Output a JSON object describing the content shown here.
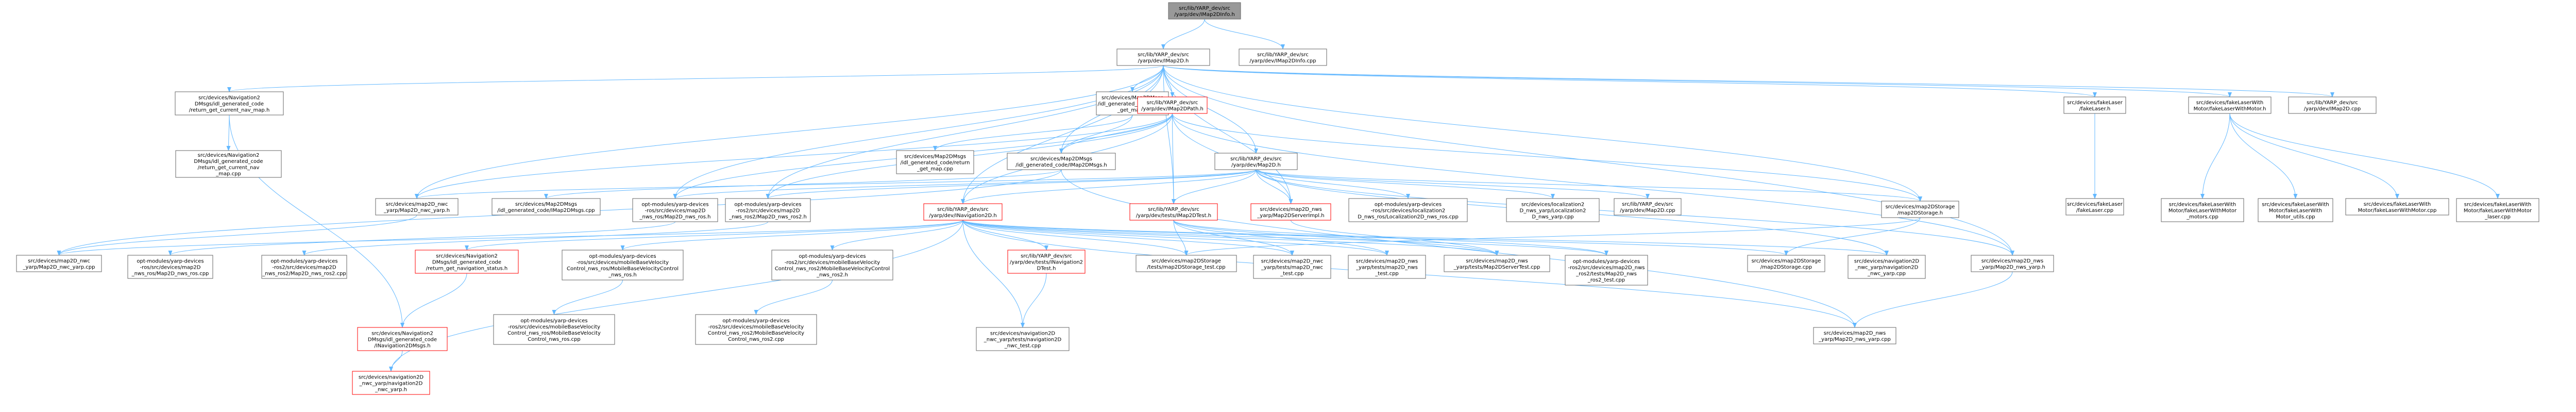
{
  "colors": {
    "edge": "#63b8ff",
    "box_border": "#666666",
    "red_border": "#ff0000",
    "root_fill": "#999999",
    "node_fill": "#ffffff"
  },
  "nodes": [
    {
      "id": "n0",
      "lines": [
        "src/lib/YARP_dev/src",
        "/yarp/dev/IMap2DInfo.h"
      ],
      "style": "root"
    },
    {
      "id": "n1",
      "lines": [
        "src/lib/YARP_dev/src",
        "/yarp/dev/IMap2D.h"
      ],
      "style": "normal"
    },
    {
      "id": "n2",
      "lines": [
        "src/lib/YARP_dev/src",
        "/yarp/dev/IMap2DInfo.cpp"
      ],
      "style": "normal"
    },
    {
      "id": "n3",
      "lines": [
        "src/devices/Navigation2",
        "DMsgs/idl_generated_code",
        "/return_get_current_nav_map.h"
      ],
      "style": "normal"
    },
    {
      "id": "n4",
      "lines": [
        "src/devices/Map2DMsgs",
        "/idl_generated_code/return",
        "_get_map.h"
      ],
      "style": "normal"
    },
    {
      "id": "n5",
      "lines": [
        "src/lib/YARP_dev/src",
        "/yarp/dev/IMap2DPath.h"
      ],
      "style": "red"
    },
    {
      "id": "n6",
      "lines": [
        "src/devices/fakeLaser",
        "/fakeLaser.h"
      ],
      "style": "normal"
    },
    {
      "id": "n7",
      "lines": [
        "src/devices/fakeLaserWith",
        "Motor/fakeLaserWithMotor.h"
      ],
      "style": "normal"
    },
    {
      "id": "n8",
      "lines": [
        "src/lib/YARP_dev/src",
        "/yarp/dev/IMap2D.cpp"
      ],
      "style": "normal"
    },
    {
      "id": "n9",
      "lines": [
        "src/devices/Navigation2",
        "DMsgs/idl_generated_code",
        "/return_get_current_nav",
        "_map.cpp"
      ],
      "style": "normal"
    },
    {
      "id": "n10",
      "lines": [
        "src/devices/Map2DMsgs",
        "/idl_generated_code/return",
        "_get_map.cpp"
      ],
      "style": "normal"
    },
    {
      "id": "n11",
      "lines": [
        "src/devices/Map2DMsgs",
        "/idl_generated_code/IMap2DMsgs.h"
      ],
      "style": "normal"
    },
    {
      "id": "n12",
      "lines": [
        "src/lib/YARP_dev/src",
        "/yarp/dev/Map2D.h"
      ],
      "style": "normal"
    },
    {
      "id": "n13",
      "lines": [
        "src/devices/fakeLaser",
        "/fakeLaser.cpp"
      ],
      "style": "normal"
    },
    {
      "id": "n14",
      "lines": [
        "src/devices/fakeLaserWith",
        "Motor/fakeLaserWithMotor",
        "_motors.cpp"
      ],
      "style": "normal"
    },
    {
      "id": "n15",
      "lines": [
        "src/devices/fakeLaserWith",
        "Motor/fakeLaserWith",
        "Motor_utils.cpp"
      ],
      "style": "normal"
    },
    {
      "id": "n16",
      "lines": [
        "src/devices/fakeLaserWith",
        "Motor/fakeLaserWithMotor.cpp"
      ],
      "style": "normal"
    },
    {
      "id": "n17",
      "lines": [
        "src/devices/fakeLaserWith",
        "Motor/fakeLaserWithMotor",
        "_laser.cpp"
      ],
      "style": "normal"
    },
    {
      "id": "n18",
      "lines": [
        "src/devices/map2D_nwc",
        "_yarp/Map2D_nwc_yarp.h"
      ],
      "style": "normal"
    },
    {
      "id": "n19",
      "lines": [
        "src/devices/Map2DMsgs",
        "/idl_generated_code/IMap2DMsgs.cpp"
      ],
      "style": "normal"
    },
    {
      "id": "n20",
      "lines": [
        "opt-modules/yarp-devices",
        "-ros/src/devices/map2D",
        "_nws_ros/Map2D_nws_ros.h"
      ],
      "style": "normal"
    },
    {
      "id": "n21",
      "lines": [
        "opt-modules/yarp-devices",
        "-ros2/src/devices/map2D",
        "_nws_ros2/Map2D_nws_ros2.h"
      ],
      "style": "normal"
    },
    {
      "id": "n22",
      "lines": [
        "src/lib/YARP_dev/src",
        "/yarp/dev/INavigation2D.h"
      ],
      "style": "red"
    },
    {
      "id": "n23",
      "lines": [
        "src/lib/YARP_dev/src",
        "/yarp/dev/tests/IMap2DTest.h"
      ],
      "style": "red"
    },
    {
      "id": "n24",
      "lines": [
        "src/devices/map2D_nws",
        "_yarp/Map2DServerImpl.h"
      ],
      "style": "red"
    },
    {
      "id": "n25",
      "lines": [
        "opt-modules/yarp-devices",
        "-ros/src/devices/localization2",
        "D_nws_ros/Localization2D_nws_ros.cpp"
      ],
      "style": "normal"
    },
    {
      "id": "n26",
      "lines": [
        "src/devices/localization2",
        "D_nws_yarp/Localization2",
        "D_nws_yarp.cpp"
      ],
      "style": "normal"
    },
    {
      "id": "n27",
      "lines": [
        "src/lib/YARP_dev/src",
        "/yarp/dev/Map2D.cpp"
      ],
      "style": "normal"
    },
    {
      "id": "n28",
      "lines": [
        "src/devices/map2DStorage",
        "/map2DStorage.h"
      ],
      "style": "normal"
    },
    {
      "id": "n29",
      "lines": [
        "src/devices/map2D_nwc",
        "_yarp/Map2D_nwc_yarp.cpp"
      ],
      "style": "normal"
    },
    {
      "id": "n30",
      "lines": [
        "opt-modules/yarp-devices",
        "-ros/src/devices/map2D",
        "_nws_ros/Map2D_nws_ros.cpp"
      ],
      "style": "normal"
    },
    {
      "id": "n31",
      "lines": [
        "opt-modules/yarp-devices",
        "-ros2/src/devices/map2D",
        "_nws_ros2/Map2D_nws_ros2.cpp"
      ],
      "style": "normal"
    },
    {
      "id": "n32",
      "lines": [
        "src/devices/Navigation2",
        "DMsgs/idl_generated_code",
        "/return_get_navigation_status.h"
      ],
      "style": "red"
    },
    {
      "id": "n33",
      "lines": [
        "opt-modules/yarp-devices",
        "-ros/src/devices/mobileBaseVelocity",
        "Control_nws_ros/MobileBaseVelocityControl",
        "_nws_ros.h"
      ],
      "style": "normal"
    },
    {
      "id": "n34",
      "lines": [
        "opt-modules/yarp-devices",
        "-ros2/src/devices/mobileBaseVelocity",
        "Control_nws_ros2/MobileBaseVelocityControl",
        "_nws_ros2.h"
      ],
      "style": "normal"
    },
    {
      "id": "n35",
      "lines": [
        "src/lib/YARP_dev/src",
        "/yarp/dev/tests/INavigation2",
        "DTest.h"
      ],
      "style": "red"
    },
    {
      "id": "n36",
      "lines": [
        "src/devices/map2DStorage",
        "/tests/map2DStorage_test.cpp"
      ],
      "style": "normal"
    },
    {
      "id": "n37",
      "lines": [
        "src/devices/map2D_nwc",
        "_yarp/tests/map2D_nwc",
        "_test.cpp"
      ],
      "style": "normal"
    },
    {
      "id": "n38",
      "lines": [
        "src/devices/map2D_nws",
        "_yarp/tests/map2D_nws",
        "_test.cpp"
      ],
      "style": "normal"
    },
    {
      "id": "n39",
      "lines": [
        "src/devices/map2D_nws",
        "_yarp/tests/Map2DServerTest.cpp"
      ],
      "style": "normal"
    },
    {
      "id": "n40",
      "lines": [
        "opt-modules/yarp-devices",
        "-ros2/src/devices/map2D_nws",
        "_ros2/tests/Map2D_nws",
        "_ros2_test.cpp"
      ],
      "style": "normal"
    },
    {
      "id": "n41",
      "lines": [
        "src/devices/map2DStorage",
        "/map2DStorage.cpp"
      ],
      "style": "normal"
    },
    {
      "id": "n42",
      "lines": [
        "src/devices/navigation2D",
        "_nwc_yarp/navigation2D",
        "_nwc_yarp.cpp"
      ],
      "style": "normal"
    },
    {
      "id": "n43",
      "lines": [
        "src/devices/map2D_nws",
        "_yarp/Map2D_nws_yarp.h"
      ],
      "style": "normal"
    },
    {
      "id": "n44",
      "lines": [
        "src/devices/Navigation2",
        "DMsgs/idl_generated_code",
        "/INavigation2DMsgs.h"
      ],
      "style": "red"
    },
    {
      "id": "n45",
      "lines": [
        "opt-modules/yarp-devices",
        "-ros/src/devices/mobileBaseVelocity",
        "Control_nws_ros/MobileBaseVelocity",
        "Control_nws_ros.cpp"
      ],
      "style": "normal"
    },
    {
      "id": "n46",
      "lines": [
        "opt-modules/yarp-devices",
        "-ros2/src/devices/mobileBaseVelocity",
        "Control_nws_ros2/MobileBaseVelocity",
        "Control_nws_ros2.cpp"
      ],
      "style": "normal"
    },
    {
      "id": "n47",
      "lines": [
        "src/devices/navigation2D",
        "_nwc_yarp/tests/navigation2D",
        "_nwc_test.cpp"
      ],
      "style": "normal"
    },
    {
      "id": "n48",
      "lines": [
        "src/devices/map2D_nws",
        "_yarp/Map2D_nws_yarp.cpp"
      ],
      "style": "normal"
    },
    {
      "id": "n49",
      "lines": [
        "src/devices/navigation2D",
        "_nwc_yarp/navigation2D",
        "_nwc_yarp.h"
      ],
      "style": "red"
    }
  ],
  "edges": [
    [
      "n0",
      "n1"
    ],
    [
      "n0",
      "n2"
    ],
    [
      "n1",
      "n3"
    ],
    [
      "n1",
      "n4"
    ],
    [
      "n1",
      "n5"
    ],
    [
      "n1",
      "n6"
    ],
    [
      "n1",
      "n7"
    ],
    [
      "n1",
      "n8"
    ],
    [
      "n1",
      "n11"
    ],
    [
      "n1",
      "n12"
    ],
    [
      "n1",
      "n18"
    ],
    [
      "n1",
      "n20"
    ],
    [
      "n1",
      "n21"
    ],
    [
      "n1",
      "n22"
    ],
    [
      "n1",
      "n23"
    ],
    [
      "n1",
      "n24"
    ],
    [
      "n1",
      "n28"
    ],
    [
      "n1",
      "n43"
    ],
    [
      "n3",
      "n9"
    ],
    [
      "n3",
      "n44"
    ],
    [
      "n4",
      "n10"
    ],
    [
      "n4",
      "n11"
    ],
    [
      "n5",
      "n11"
    ],
    [
      "n5",
      "n18"
    ],
    [
      "n5",
      "n20"
    ],
    [
      "n5",
      "n21"
    ],
    [
      "n5",
      "n22"
    ],
    [
      "n5",
      "n23"
    ],
    [
      "n5",
      "n24"
    ],
    [
      "n5",
      "n28"
    ],
    [
      "n5",
      "n43"
    ],
    [
      "n6",
      "n13"
    ],
    [
      "n7",
      "n14"
    ],
    [
      "n7",
      "n15"
    ],
    [
      "n7",
      "n16"
    ],
    [
      "n7",
      "n17"
    ],
    [
      "n11",
      "n19"
    ],
    [
      "n11",
      "n29"
    ],
    [
      "n11",
      "n48"
    ],
    [
      "n12",
      "n18"
    ],
    [
      "n12",
      "n20"
    ],
    [
      "n12",
      "n21"
    ],
    [
      "n12",
      "n22"
    ],
    [
      "n12",
      "n23"
    ],
    [
      "n12",
      "n24"
    ],
    [
      "n12",
      "n25"
    ],
    [
      "n12",
      "n26"
    ],
    [
      "n12",
      "n27"
    ],
    [
      "n12",
      "n28"
    ],
    [
      "n12",
      "n43"
    ],
    [
      "n12",
      "n42"
    ],
    [
      "n18",
      "n29"
    ],
    [
      "n20",
      "n30"
    ],
    [
      "n21",
      "n31"
    ],
    [
      "n22",
      "n29"
    ],
    [
      "n22",
      "n32"
    ],
    [
      "n22",
      "n33"
    ],
    [
      "n22",
      "n34"
    ],
    [
      "n22",
      "n35"
    ],
    [
      "n22",
      "n36"
    ],
    [
      "n22",
      "n37"
    ],
    [
      "n22",
      "n38"
    ],
    [
      "n22",
      "n39"
    ],
    [
      "n22",
      "n40"
    ],
    [
      "n22",
      "n41"
    ],
    [
      "n22",
      "n42"
    ],
    [
      "n22",
      "n47"
    ],
    [
      "n22",
      "n48"
    ],
    [
      "n22",
      "n49"
    ],
    [
      "n23",
      "n36"
    ],
    [
      "n23",
      "n37"
    ],
    [
      "n23",
      "n38"
    ],
    [
      "n23",
      "n39"
    ],
    [
      "n23",
      "n40"
    ],
    [
      "n24",
      "n39"
    ],
    [
      "n28",
      "n36"
    ],
    [
      "n28",
      "n41"
    ],
    [
      "n32",
      "n44"
    ],
    [
      "n33",
      "n45"
    ],
    [
      "n34",
      "n46"
    ],
    [
      "n35",
      "n47"
    ],
    [
      "n43",
      "n48"
    ],
    [
      "n44",
      "n49"
    ]
  ]
}
